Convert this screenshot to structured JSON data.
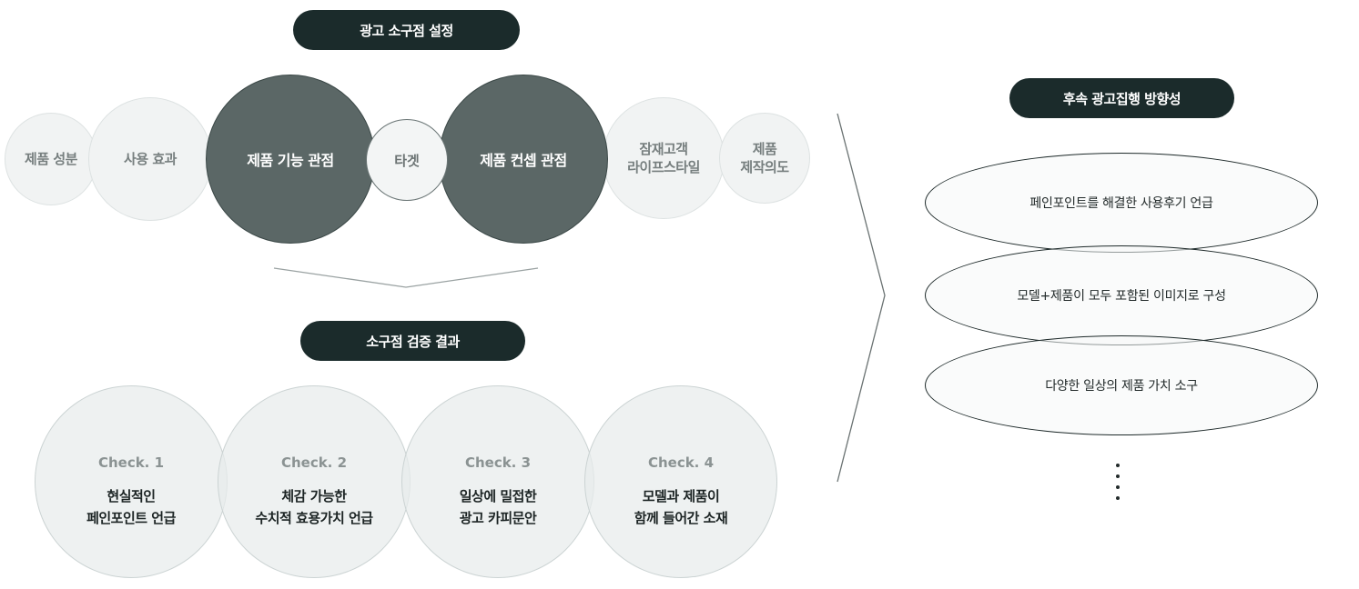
{
  "top_section": {
    "title": "광고 소구점 설정",
    "circles": {
      "ingredient": "제품 성분",
      "effect": "사용 효과",
      "function_view": "제품 기능 관점",
      "target": "타겟",
      "concept_view": "제품 컨셉 관점",
      "lifestyle_line1": "잠재고객",
      "lifestyle_line2": "라이프스타일",
      "intent_line1": "제품",
      "intent_line2": "제작의도"
    }
  },
  "bottom_section": {
    "title": "소구점 검증 결과",
    "checks": [
      {
        "label": "Check. 1",
        "line1": "현실적인",
        "line2": "페인포인트 언급"
      },
      {
        "label": "Check. 2",
        "line1": "체감 가능한",
        "line2": "수치적 효용가치 언급"
      },
      {
        "label": "Check. 3",
        "line1": "일상에 밀접한",
        "line2": "광고 카피문안"
      },
      {
        "label": "Check. 4",
        "line1": "모델과 제품이",
        "line2": "함께 들어간 소재"
      }
    ]
  },
  "right_section": {
    "title": "후속 광고집행 방향성",
    "items": [
      "페인포인트를 해결한 사용후기 언급",
      "모델+제품이 모두 포함된 이미지로 구성",
      "다양한 일상의 제품 가치 소구"
    ]
  },
  "colors": {
    "pill": "#1b2b2b",
    "dark_circle": "#5b6766",
    "light_circle": "#f1f3f3"
  }
}
